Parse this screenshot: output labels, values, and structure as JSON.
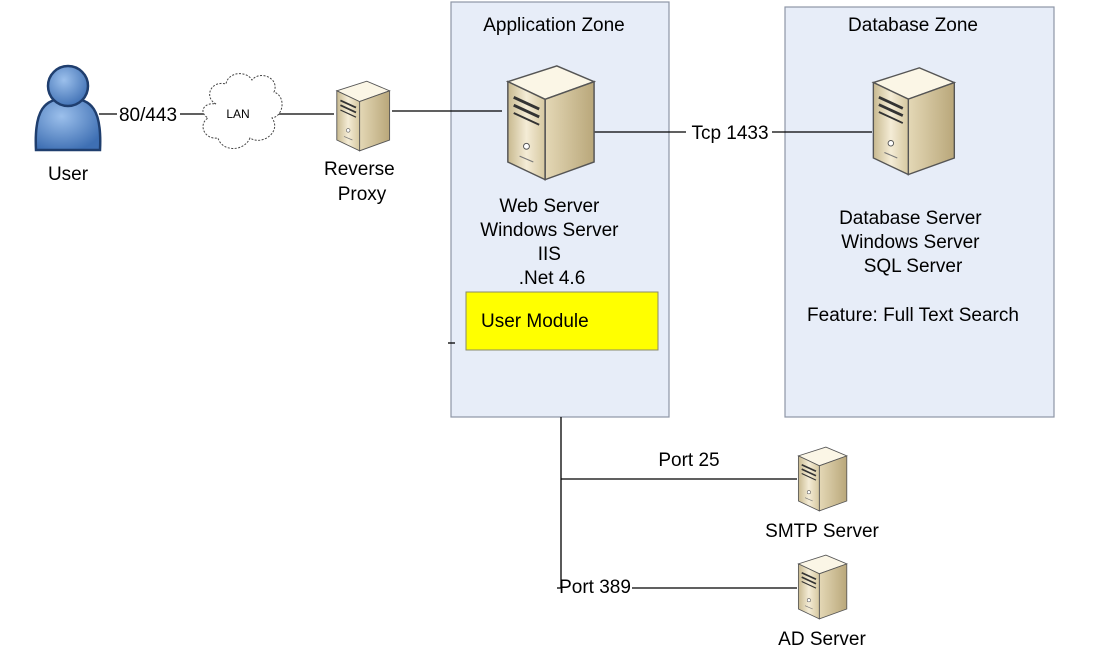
{
  "zones": {
    "application": {
      "title": "Application Zone"
    },
    "database": {
      "title": "Database Zone"
    }
  },
  "nodes": {
    "user": {
      "label": "User"
    },
    "lan": {
      "label": "LAN"
    },
    "reverse_proxy": {
      "label_lines": [
        "Reverse",
        "Proxy"
      ]
    },
    "web_server": {
      "label_lines": [
        "Web Server",
        "Windows Server",
        "IIS",
        ".Net 4.6"
      ]
    },
    "user_module": {
      "label": "User Module"
    },
    "database_server": {
      "label_lines": [
        "Database Server",
        "Windows Server",
        "SQL Server"
      ],
      "feature": "Feature: Full Text Search"
    },
    "smtp_server": {
      "label": "SMTP Server"
    },
    "ad_server": {
      "label": "AD Server"
    }
  },
  "connections": {
    "user_lan": "80/443",
    "web_db": "Tcp 1433",
    "smtp": "Port 25",
    "ad": "Port 389"
  },
  "colors": {
    "zone_fill": "#e7edf8",
    "zone_border": "#8e96a6",
    "module_fill": "#ffff00",
    "user_blue": "#4f7fc0",
    "server_body": "#e8dcc0"
  }
}
